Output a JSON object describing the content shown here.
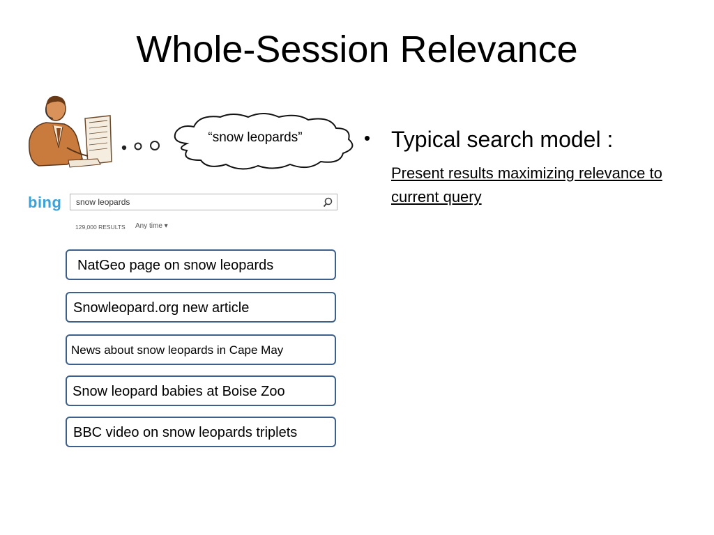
{
  "slide": {
    "title": "Whole-Session Relevance",
    "thought": "“snow leopards”"
  },
  "bing": {
    "logo": "bing",
    "query": "snow leopards",
    "results_count": "129,000 RESULTS",
    "time_filter": "Any time ▾"
  },
  "results": [
    "NatGeo page on snow leopards",
    "Snowleopard.org new article",
    "News about snow leopards in Cape May",
    "Snow leopard babies at Boise Zoo",
    "BBC video on snow leopards triplets"
  ],
  "bullets": {
    "symbol": "•",
    "main": "Typical search model :",
    "sub": "Present results maximizing relevance to current query"
  },
  "colors": {
    "result_border": "#3d5f8b",
    "bing_blue": "#3ba1d8"
  }
}
